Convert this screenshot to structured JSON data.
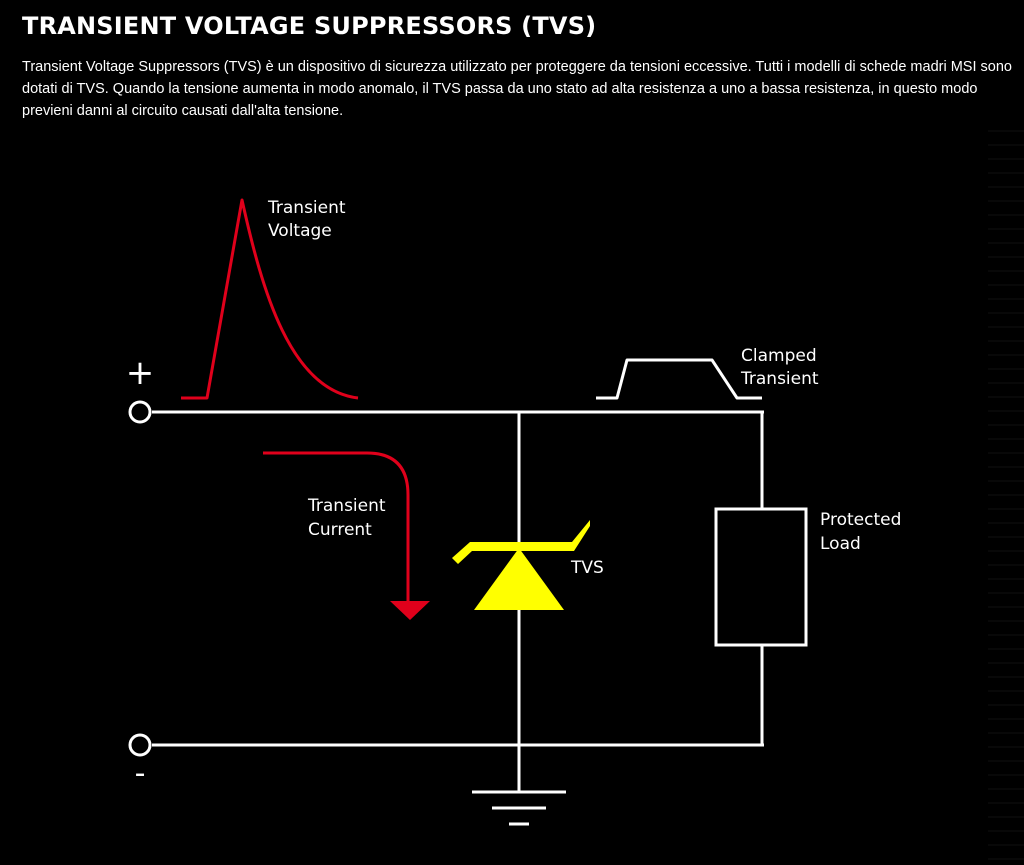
{
  "header": {
    "title": "TRANSIENT VOLTAGE SUPPRESSORS (TVS)",
    "description": "Transient Voltage Suppressors (TVS) è un dispositivo di sicurezza utilizzato per proteggere da tensioni eccessive. Tutti i modelli di schede madri MSI sono dotati di TVS. Quando la tensione aumenta in modo anomalo, il TVS passa da uno stato ad alta resistenza a uno a bassa resistenza, in questo modo previeni danni al circuito causati dall'alta tensione."
  },
  "diagram": {
    "plus_sign": "+",
    "minus_sign": "-",
    "transient_voltage": [
      "Transient",
      "Voltage"
    ],
    "clamped_transient": [
      "Clamped",
      "Transient"
    ],
    "transient_current": [
      "Transient",
      "Current"
    ],
    "tvs": "TVS",
    "protected_load": [
      "Protected",
      "Load"
    ]
  },
  "colors": {
    "background": "#000000",
    "wire": "#ffffff",
    "transient": "#e0001b",
    "tvs_symbol": "#ffff00"
  }
}
